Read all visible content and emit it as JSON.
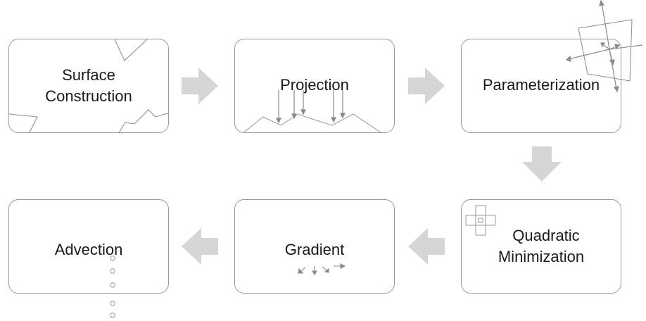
{
  "steps": {
    "surface": {
      "line1": "Surface",
      "line2": "Construction"
    },
    "projection": {
      "label": "Projection"
    },
    "parameterization": {
      "label": "Parameterization"
    },
    "quadratic": {
      "line1": "Quadratic",
      "line2": "Minimization"
    },
    "gradient": {
      "label": "Gradient"
    },
    "advection": {
      "label": "Advection"
    }
  },
  "colors": {
    "box_border": "#9a9a9a",
    "flow_arrow": "#d6d6d6",
    "glyph": "#8a8a8a",
    "text": "#1a1a1a"
  }
}
